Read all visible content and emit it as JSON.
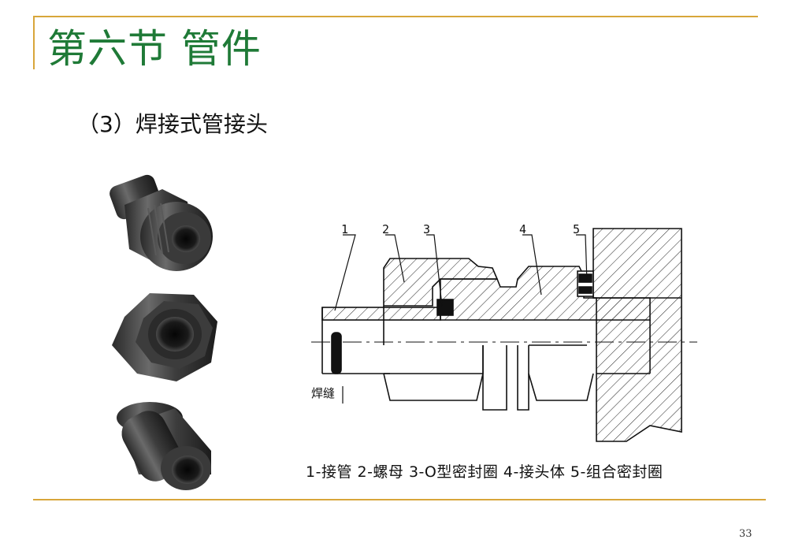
{
  "slide": {
    "title": "第六节 管件",
    "subtitle": "（3）焊接式管接头",
    "page_number": "33"
  },
  "figure": {
    "part_numbers": [
      "1",
      "2",
      "3",
      "4",
      "5"
    ],
    "weld_label": "焊缝",
    "caption": "1-接管 2-螺母 3-O型密封圈 4-接头体 5-组合密封圈"
  },
  "colors": {
    "accent_line": "#d8a63a",
    "title_green": "#1f7a37"
  },
  "icons": [
    "connector-body-photo",
    "hex-nut-photo",
    "pipe-sleeve-photo"
  ]
}
